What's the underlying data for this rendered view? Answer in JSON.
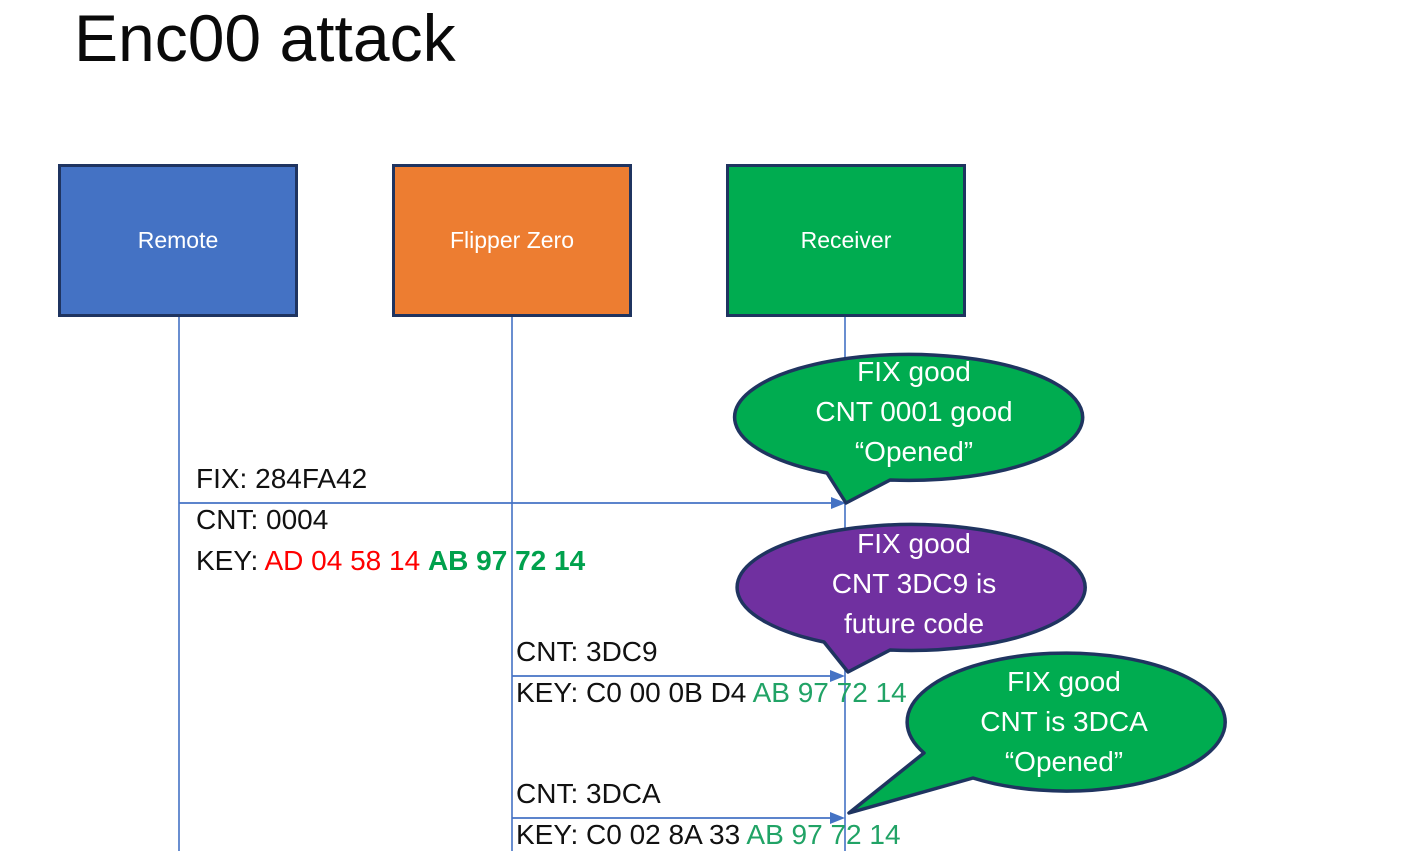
{
  "slide": {
    "title": "Enc00 attack"
  },
  "actors": [
    {
      "label": "Remote",
      "fill": "#4472C4"
    },
    {
      "label": "Flipper Zero",
      "fill": "#ED7D31"
    },
    {
      "label": "Receiver",
      "fill": "#00AC50"
    }
  ],
  "messages": [
    {
      "from": "Remote",
      "to": "Receiver",
      "line1": "FIX: 284FA42",
      "line2": "CNT: 0004",
      "line3_label": "KEY: ",
      "line3_red": "AD 04 58 14 ",
      "line3_green": "AB 97 72 14"
    },
    {
      "from": "Flipper Zero",
      "to": "Receiver",
      "line1": "CNT: 3DC9",
      "line2_label": "KEY: C0 00 0B D4 ",
      "line2_green": "AB 97 72 14"
    },
    {
      "from": "Flipper Zero",
      "to": "Receiver",
      "line1": "CNT: 3DCA",
      "line2_label": "KEY: C0 02 8A 33 ",
      "line2_green": "AB 97 72 14"
    }
  ],
  "callouts": [
    {
      "line1": "FIX good",
      "line2": "CNT 0001 good",
      "line3": "“Opened”",
      "fill": "#00AC50"
    },
    {
      "line1": "FIX good",
      "line2": "CNT 3DC9 is",
      "line3": "future code",
      "fill": "#7030A0"
    },
    {
      "line1": "FIX good",
      "line2": "CNT is 3DCA",
      "line3": "“Opened”",
      "fill": "#00AC50"
    }
  ],
  "colors": {
    "remote_fill": "#4472C4",
    "flipper_fill": "#ED7D31",
    "receiver_fill": "#00AC50",
    "callout_green": "#00AC50",
    "callout_purple": "#7030A0",
    "outline_navy": "#1F3460",
    "connector_blue": "#4472C4",
    "key_red": "#FF0000",
    "key_green_bold": "#00A14D",
    "key_green": "#21A366",
    "text_black": "#111111"
  }
}
